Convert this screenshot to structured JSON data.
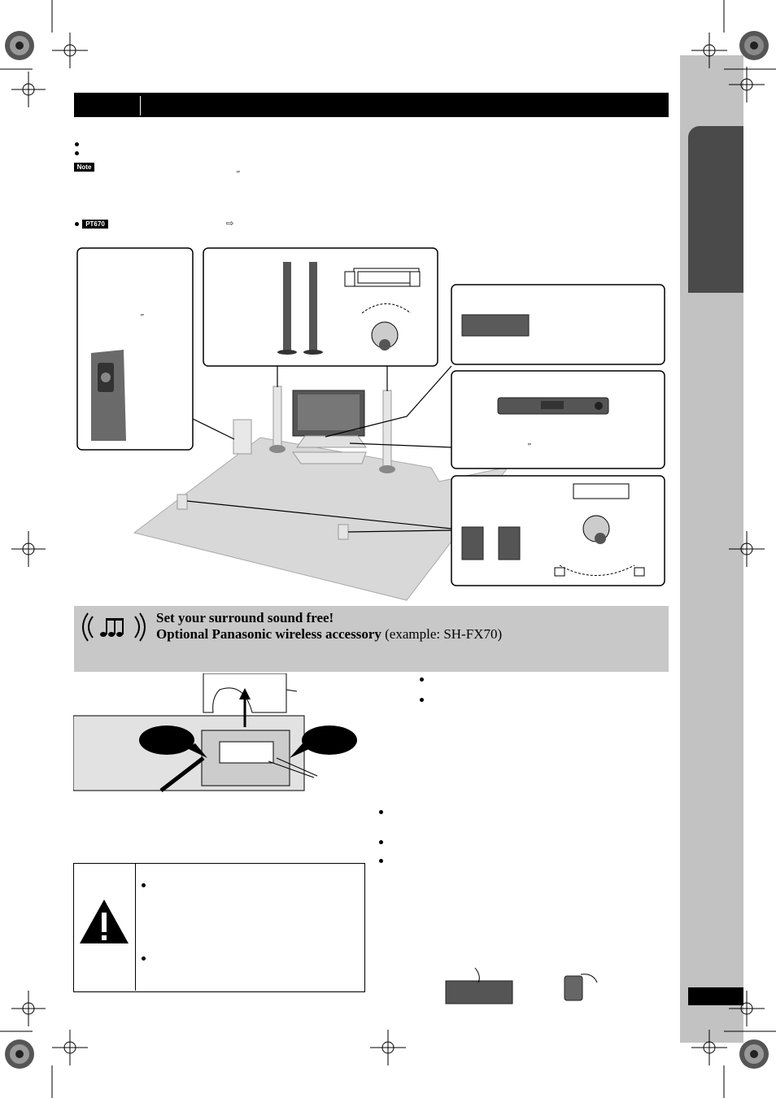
{
  "header": {
    "title": ""
  },
  "note": {
    "badge": "Note",
    "quote_mark": "″"
  },
  "model": {
    "badge": "PT670",
    "arrow": "⇨"
  },
  "subwoofer_box": {
    "quote_mark": "″"
  },
  "main_unit_box": {
    "quote_mark": "″"
  },
  "wireless": {
    "line1": "Set your surround sound free!",
    "line2_bold": "Optional Panasonic wireless accessory",
    "line2_normal": "(example: SH-FX70)"
  },
  "colors": {
    "sidebar": "#c2c2c2",
    "tab": "#4a4a4a",
    "wireless_band": "#c8c8c8",
    "floor": "#d6d6d6"
  },
  "icons": [
    "warning-icon",
    "music-wave-icon",
    "registration-mark-icon",
    "color-wheel-icon"
  ]
}
